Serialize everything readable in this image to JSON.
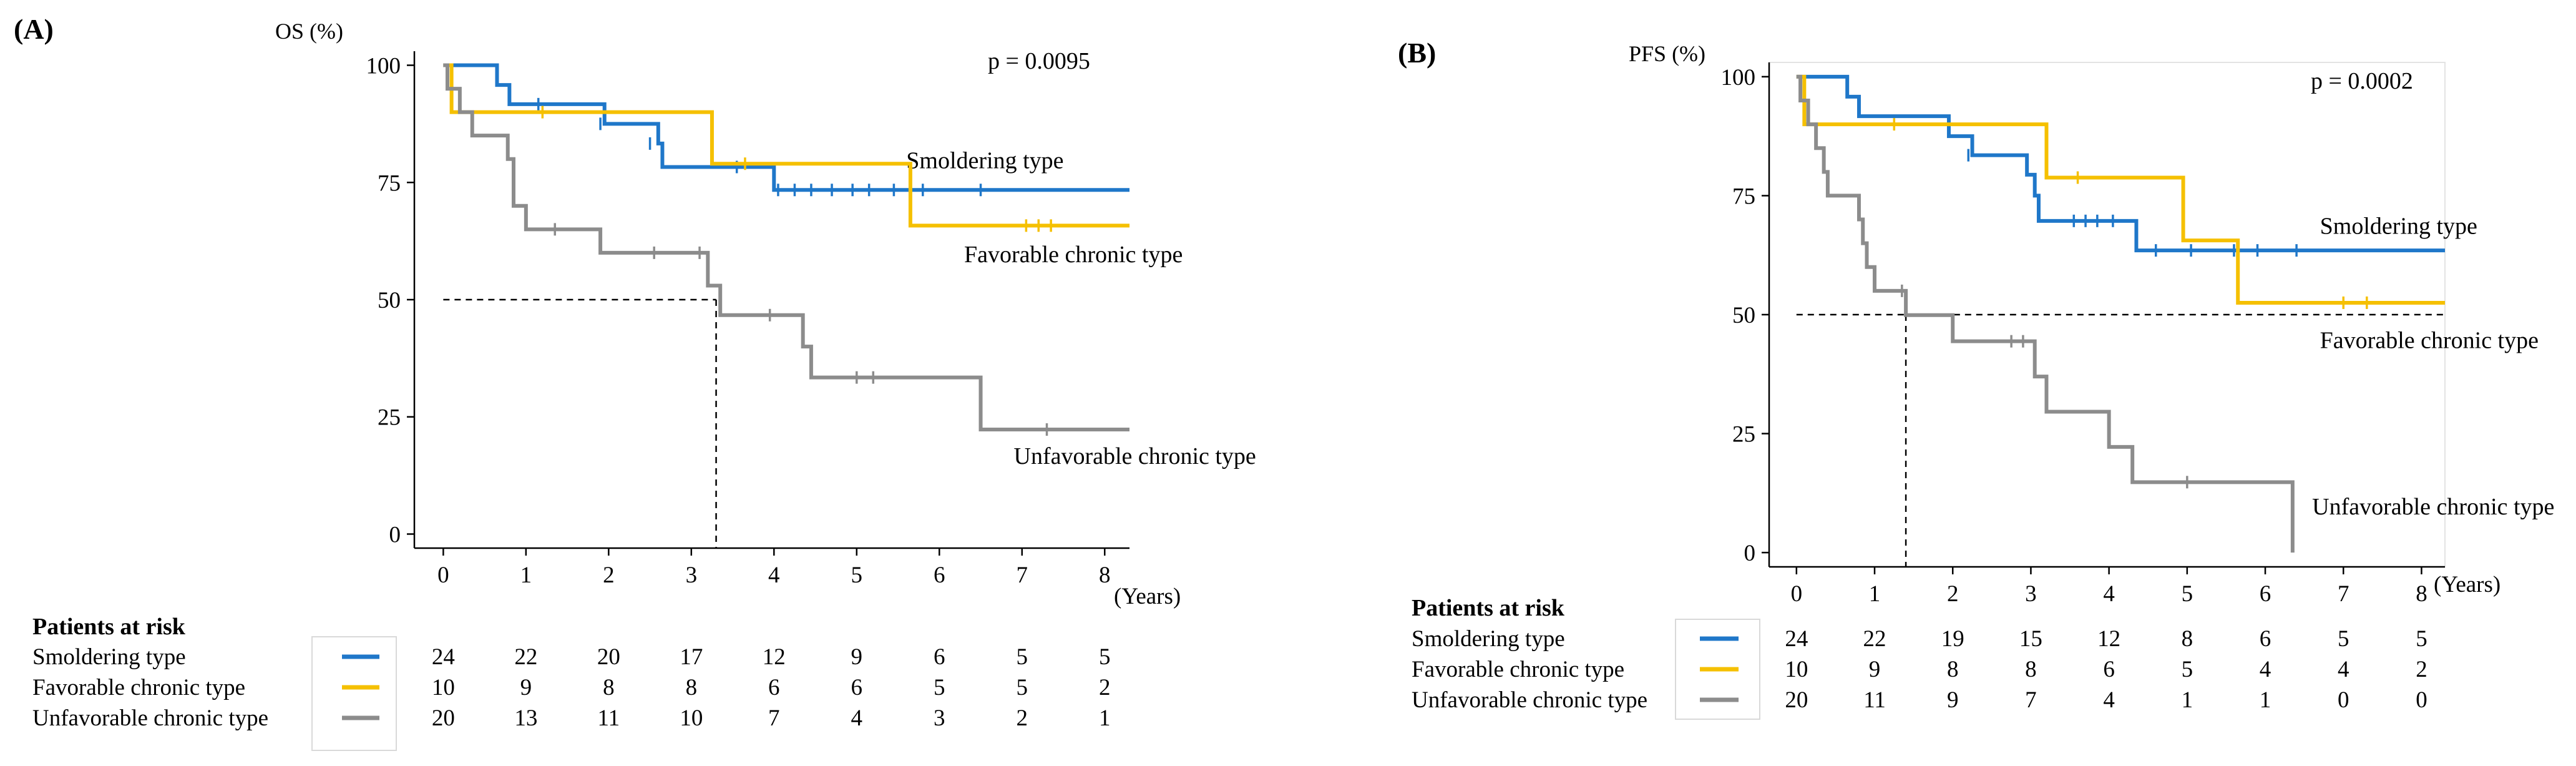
{
  "figure": {
    "panels": [
      {
        "label": "(A)",
        "ylabel": "OS (%)",
        "xlabel": "(Years)",
        "pvalue": "p = 0.0095"
      },
      {
        "label": "(B)",
        "ylabel": "PFS (%)",
        "xlabel": "(Years)",
        "pvalue": "p = 0.0002"
      }
    ],
    "risk_table": {
      "title": "Patients at risk",
      "groups": [
        "Smoldering type",
        "Favorable chronic type",
        "Unfavorable chronic type"
      ]
    }
  },
  "chart_data": [
    {
      "type": "line",
      "panel": "(A)",
      "curve_style": "step",
      "ylabel": "OS (%)",
      "xlabel": "(Years)",
      "xlim": [
        -0.35,
        8.3
      ],
      "ylim": [
        -3,
        103
      ],
      "x_ticks": [
        0,
        1,
        2,
        3,
        4,
        5,
        6,
        7,
        8
      ],
      "y_ticks": [
        0,
        25,
        50,
        75,
        100
      ],
      "annotation": "p = 0.0095",
      "median_line": {
        "x": 3.3,
        "y": 50,
        "style": "dashed"
      },
      "series": [
        {
          "name": "Smoldering type",
          "color": "#1f77c9",
          "steps": [
            [
              0,
              100
            ],
            [
              0.6,
              100
            ],
            [
              0.65,
              95.8
            ],
            [
              0.8,
              91.7
            ],
            [
              1.9,
              91.7
            ],
            [
              1.95,
              87.5
            ],
            [
              2.5,
              87.5
            ],
            [
              2.6,
              83.3
            ],
            [
              2.65,
              78.3
            ],
            [
              3.8,
              78.3
            ],
            [
              4.0,
              73.4
            ],
            [
              8.3,
              73.4
            ]
          ],
          "censor": [
            [
              1.15,
              91.7
            ],
            [
              1.9,
              87.5
            ],
            [
              2.5,
              83.3
            ],
            [
              3.55,
              78.3
            ],
            [
              4.05,
              73.4
            ],
            [
              4.25,
              73.4
            ],
            [
              4.45,
              73.4
            ],
            [
              4.7,
              73.4
            ],
            [
              4.95,
              73.4
            ],
            [
              5.15,
              73.4
            ],
            [
              5.45,
              73.4
            ],
            [
              5.8,
              73.4
            ],
            [
              6.5,
              73.4
            ]
          ],
          "label_text": "Smoldering type",
          "label_at": [
            5.6,
            78
          ],
          "risk_color": "#1f77c9",
          "at_risk": [
            24,
            22,
            20,
            17,
            12,
            9,
            6,
            5,
            5
          ]
        },
        {
          "name": "Favorable chronic type",
          "color": "#f5c000",
          "steps": [
            [
              0,
              100
            ],
            [
              0.1,
              90
            ],
            [
              3.2,
              90
            ],
            [
              3.25,
              79
            ],
            [
              5.6,
              79
            ],
            [
              5.65,
              65.8
            ],
            [
              8.3,
              65.8
            ]
          ],
          "censor": [
            [
              1.2,
              90
            ],
            [
              3.65,
              79
            ],
            [
              7.05,
              65.8
            ],
            [
              7.2,
              65.8
            ],
            [
              7.35,
              65.8
            ]
          ],
          "label_text": "Favorable chronic type",
          "label_at": [
            6.3,
            58
          ],
          "risk_color": "#f5c000",
          "at_risk": [
            10,
            9,
            8,
            8,
            6,
            6,
            5,
            5,
            2
          ]
        },
        {
          "name": "Unfavorable chronic type",
          "color": "#8c8c8c",
          "steps": [
            [
              0,
              100
            ],
            [
              0.05,
              95
            ],
            [
              0.2,
              90
            ],
            [
              0.35,
              85
            ],
            [
              0.75,
              85
            ],
            [
              0.78,
              80
            ],
            [
              0.85,
              70
            ],
            [
              1.0,
              65
            ],
            [
              1.85,
              65
            ],
            [
              1.9,
              60
            ],
            [
              3.15,
              60
            ],
            [
              3.2,
              53
            ],
            [
              3.35,
              46.7
            ],
            [
              4.3,
              46.7
            ],
            [
              4.35,
              40
            ],
            [
              4.45,
              33.4
            ],
            [
              6.45,
              33.4
            ],
            [
              6.5,
              22.3
            ],
            [
              8.3,
              22.3
            ]
          ],
          "censor": [
            [
              1.35,
              65
            ],
            [
              2.55,
              60
            ],
            [
              3.1,
              60
            ],
            [
              3.95,
              46.7
            ],
            [
              5.0,
              33.4
            ],
            [
              5.2,
              33.4
            ],
            [
              7.3,
              22.3
            ]
          ],
          "label_text": "Unfavorable chronic type",
          "label_at": [
            6.9,
            15
          ],
          "risk_color": "#8c8c8c",
          "at_risk": [
            20,
            13,
            11,
            10,
            7,
            4,
            3,
            2,
            1
          ]
        }
      ]
    },
    {
      "type": "line",
      "panel": "(B)",
      "curve_style": "step",
      "ylabel": "PFS (%)",
      "xlabel": "(Years)",
      "xlim": [
        -0.35,
        8.3
      ],
      "ylim": [
        -3,
        103
      ],
      "x_ticks": [
        0,
        1,
        2,
        3,
        4,
        5,
        6,
        7,
        8
      ],
      "y_ticks": [
        0,
        25,
        50,
        75,
        100
      ],
      "annotation": "p = 0.0002",
      "median_line": {
        "x": 1.4,
        "y": 50,
        "style": "dashed"
      },
      "series": [
        {
          "name": "Smoldering type",
          "color": "#1f77c9",
          "steps": [
            [
              0,
              100
            ],
            [
              0.6,
              100
            ],
            [
              0.65,
              95.8
            ],
            [
              0.8,
              91.7
            ],
            [
              1.9,
              91.7
            ],
            [
              1.95,
              87.5
            ],
            [
              2.2,
              87.5
            ],
            [
              2.25,
              83.5
            ],
            [
              2.9,
              83.5
            ],
            [
              2.95,
              79.4
            ],
            [
              3.05,
              75
            ],
            [
              3.1,
              69.7
            ],
            [
              4.3,
              69.7
            ],
            [
              4.35,
              63.5
            ],
            [
              8.3,
              63.5
            ]
          ],
          "censor": [
            [
              2.2,
              83.5
            ],
            [
              3.55,
              69.7
            ],
            [
              3.7,
              69.7
            ],
            [
              3.85,
              69.7
            ],
            [
              4.05,
              69.7
            ],
            [
              4.6,
              63.5
            ],
            [
              5.05,
              63.5
            ],
            [
              5.6,
              63.5
            ],
            [
              5.9,
              63.5
            ],
            [
              6.4,
              63.5
            ]
          ],
          "label_text": "Smoldering type",
          "label_at": [
            6.7,
            67
          ],
          "risk_color": "#1f77c9",
          "at_risk": [
            24,
            22,
            19,
            15,
            12,
            8,
            6,
            5,
            5
          ]
        },
        {
          "name": "Favorable chronic type",
          "color": "#f5c000",
          "steps": [
            [
              0,
              100
            ],
            [
              0.1,
              90
            ],
            [
              3.15,
              90
            ],
            [
              3.2,
              78.8
            ],
            [
              4.9,
              78.8
            ],
            [
              4.95,
              65.6
            ],
            [
              5.6,
              65.6
            ],
            [
              5.65,
              52.5
            ],
            [
              8.3,
              52.5
            ]
          ],
          "censor": [
            [
              1.25,
              90
            ],
            [
              3.6,
              78.8
            ],
            [
              7.0,
              52.5
            ],
            [
              7.3,
              52.5
            ]
          ],
          "label_text": "Favorable chronic type",
          "label_at": [
            6.7,
            43
          ],
          "risk_color": "#f5c000",
          "at_risk": [
            10,
            9,
            8,
            8,
            6,
            5,
            4,
            4,
            2
          ]
        },
        {
          "name": "Unfavorable chronic type",
          "color": "#8c8c8c",
          "steps": [
            [
              0,
              100
            ],
            [
              0.05,
              95
            ],
            [
              0.15,
              90
            ],
            [
              0.25,
              85
            ],
            [
              0.35,
              80
            ],
            [
              0.4,
              75
            ],
            [
              0.75,
              75
            ],
            [
              0.8,
              70
            ],
            [
              0.85,
              65
            ],
            [
              0.9,
              60
            ],
            [
              1.0,
              55
            ],
            [
              1.35,
              55
            ],
            [
              1.4,
              49.9
            ],
            [
              1.95,
              49.9
            ],
            [
              2.0,
              44.4
            ],
            [
              2.95,
              44.4
            ],
            [
              3.05,
              37
            ],
            [
              3.2,
              29.6
            ],
            [
              3.95,
              29.6
            ],
            [
              4.0,
              22.2
            ],
            [
              4.25,
              22.2
            ],
            [
              4.3,
              14.8
            ],
            [
              6.35,
              14.8
            ],
            [
              6.35,
              0
            ]
          ],
          "censor": [
            [
              1.35,
              55
            ],
            [
              2.75,
              44.4
            ],
            [
              2.9,
              44.4
            ],
            [
              5.0,
              14.8
            ]
          ],
          "label_text": "Unfavorable chronic type",
          "label_at": [
            6.6,
            8
          ],
          "risk_color": "#8c8c8c",
          "at_risk": [
            20,
            11,
            9,
            7,
            4,
            1,
            1,
            0,
            0
          ]
        }
      ]
    }
  ]
}
